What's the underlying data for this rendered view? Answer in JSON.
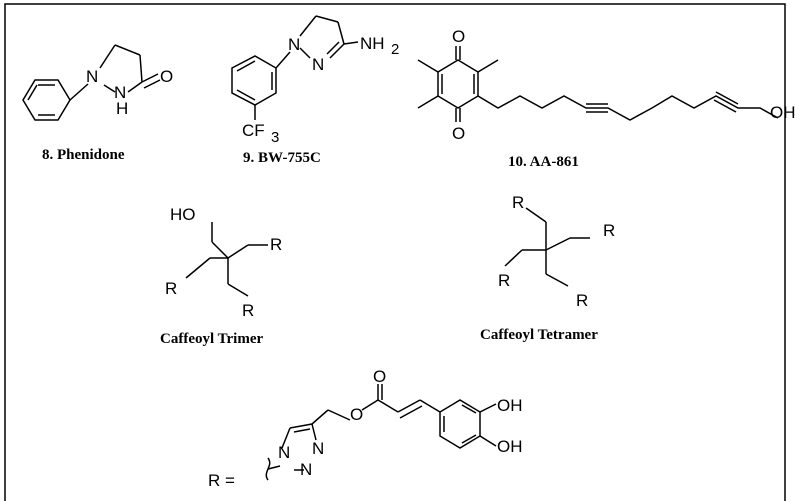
{
  "compounds": {
    "phenidone": {
      "caption": "8. Phenidone",
      "atoms": {
        "n1": "N",
        "nh_n": "N",
        "nh_h": "H",
        "o": "O"
      }
    },
    "bw755c": {
      "caption": "9. BW-755C",
      "atoms": {
        "n1": "N",
        "n2": "N",
        "nh2": "NH",
        "nh2_sub": "2",
        "cf": "CF",
        "cf_sub": "3"
      }
    },
    "aa861": {
      "caption": "10. AA-861",
      "atoms": {
        "o_top": "O",
        "o_bottom": "O",
        "oh": "OH"
      }
    },
    "trimer": {
      "caption": "Caffeoyl Trimer",
      "atoms": {
        "ho": "HO",
        "r1": "R",
        "r2": "R",
        "r3": "R"
      }
    },
    "tetramer": {
      "caption": "Caffeoyl Tetramer",
      "atoms": {
        "r1": "R",
        "r2": "R",
        "r3": "R",
        "r4": "R"
      }
    },
    "r_group": {
      "label": "R =",
      "atoms": {
        "n1": "N",
        "n2": "N",
        "n3": "N",
        "o_ester": "O",
        "o_carbonyl": "O",
        "oh1": "OH",
        "oh2": "OH"
      }
    }
  }
}
